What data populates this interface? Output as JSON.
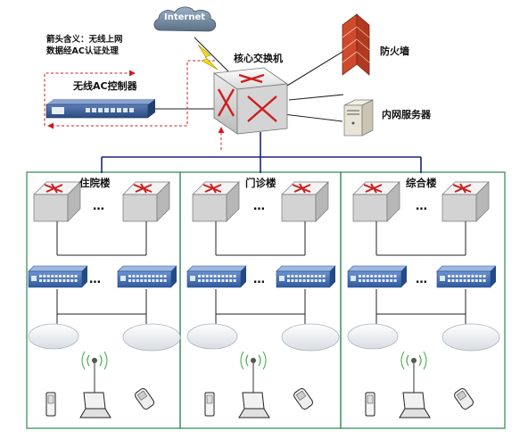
{
  "internet_label": "Internet",
  "note_lines": [
    "箭头含义：无线上网",
    "数据经AC认证处理"
  ],
  "ac_label": "无线AC控制器",
  "core_switch_label": "核心交换机",
  "firewall_label": "防火墙",
  "server_label": "内网服务器",
  "buildings": [
    {
      "name": "住院楼"
    },
    {
      "name": "门诊楼"
    },
    {
      "name": "综合楼"
    }
  ],
  "ellipsis": "…",
  "colors": {
    "building_border": "#3c8f61",
    "uplink_line": "#1a237e",
    "arrow_red": "#cc1f1f",
    "bolt": "#f2d81a",
    "firewall_brick": "#cf4a2c",
    "access_switch_blue": "#3a6bb3"
  },
  "icons": [
    "cloud-icon",
    "lightning-icon",
    "firewall-icon",
    "server-icon",
    "router-icon",
    "switch-icon",
    "access-point-icon",
    "phone-icon",
    "laptop-icon",
    "handset-icon",
    "antenna-icon"
  ]
}
